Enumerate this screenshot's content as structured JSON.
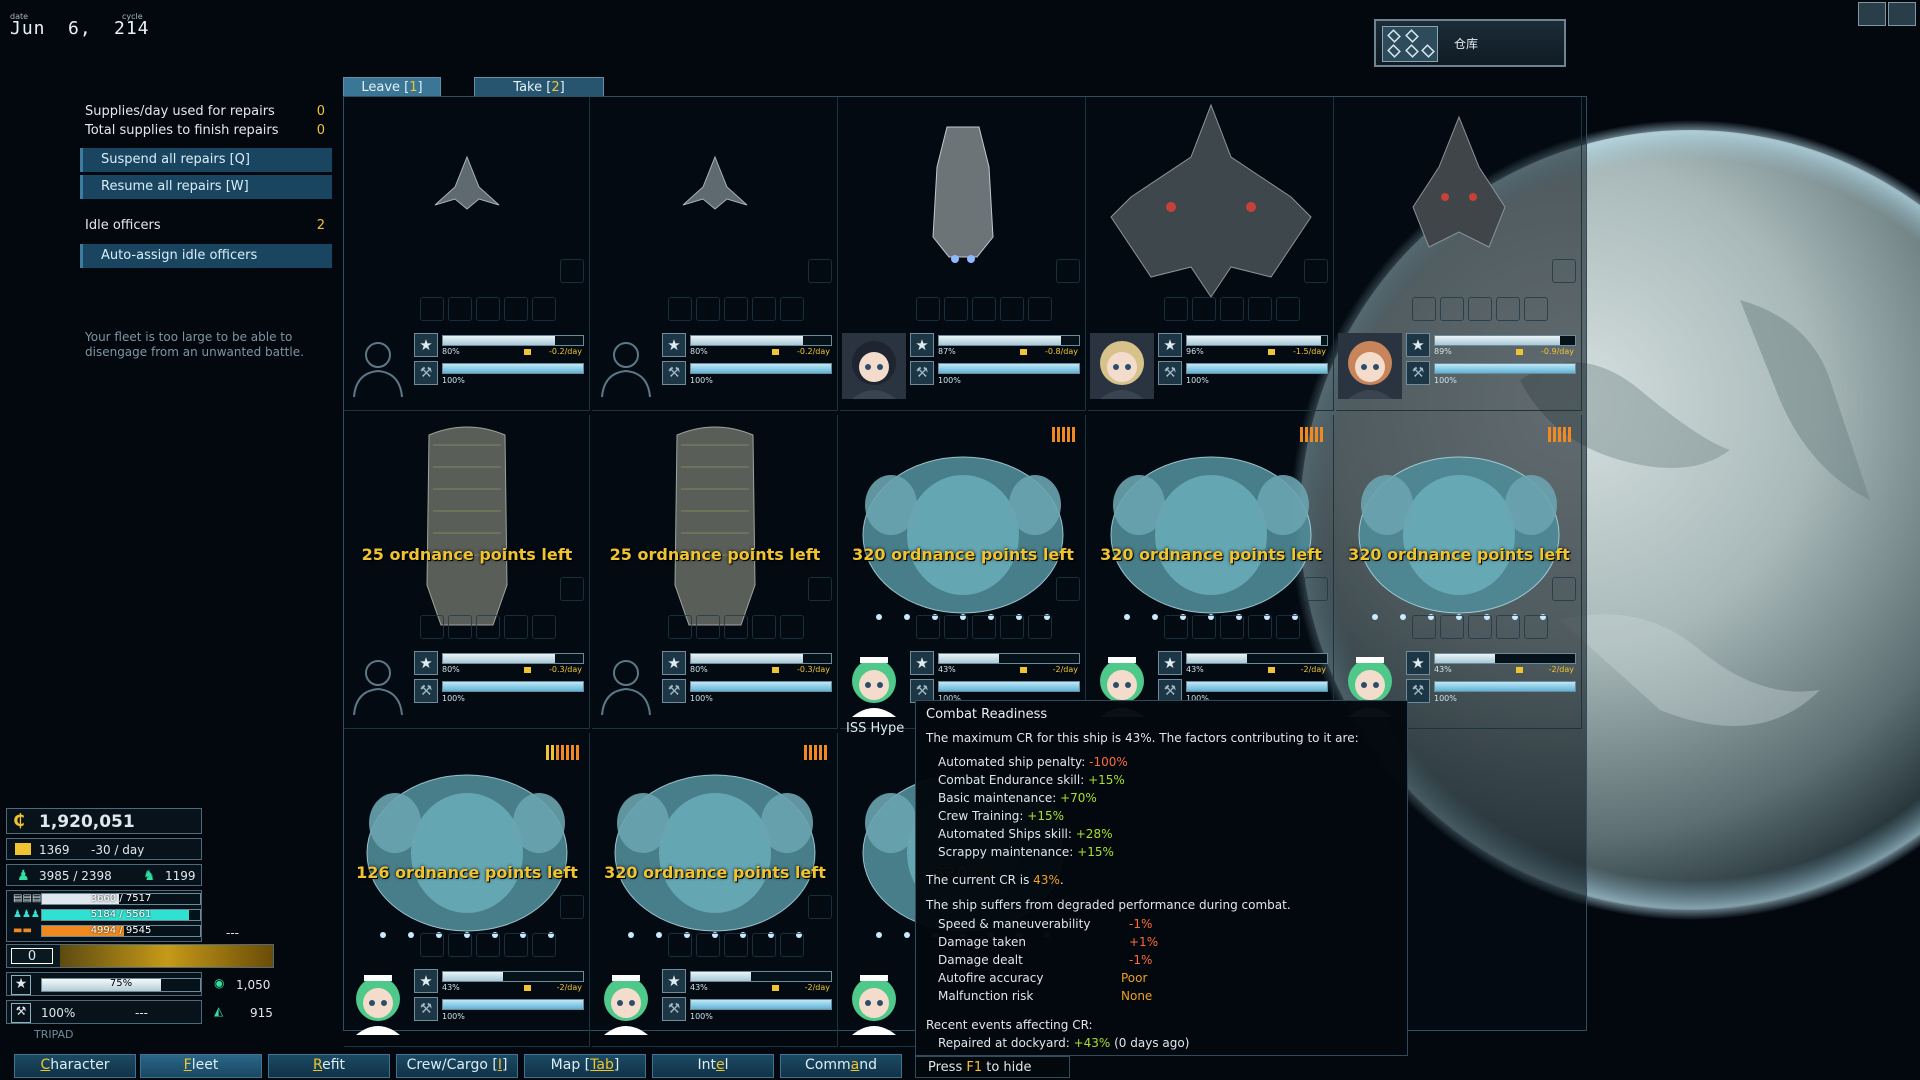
{
  "date": {
    "date_label": "date",
    "cycle_label": "cycle",
    "month": "Jun",
    "day": "6,",
    "cycle": "214"
  },
  "storage": {
    "label": "仓库",
    "icon": "storage-crates-icon"
  },
  "tabs": [
    {
      "label": "Leave [",
      "hotkey": "1",
      "suffix": "]"
    },
    {
      "label": "Take [",
      "hotkey": "2",
      "suffix": "]"
    }
  ],
  "repairs": {
    "supplies_per_day_label": "Supplies/day used for repairs",
    "supplies_per_day_value": "0",
    "total_supplies_label": "Total supplies to finish repairs",
    "total_supplies_value": "0",
    "suspend_label": "Suspend all repairs [Q]",
    "resume_label": "Resume all repairs [W]"
  },
  "officers": {
    "idle_label": "Idle officers",
    "idle_value": "2",
    "auto_assign_label": "Auto-assign idle officers"
  },
  "fleet_note": "Your fleet is too large to be able to disengage from an unwanted battle.",
  "ships": [
    {
      "cr_pct": "80%",
      "cr_fill": 0.8,
      "rate": "-0.2/day",
      "hull_pct": "100%",
      "officer": "none",
      "ordnance": "",
      "dmods": 0,
      "hull_style": "frigate"
    },
    {
      "cr_pct": "80%",
      "cr_fill": 0.8,
      "rate": "-0.2/day",
      "hull_pct": "100%",
      "officer": "none",
      "ordnance": "",
      "dmods": 0,
      "hull_style": "frigate"
    },
    {
      "cr_pct": "87%",
      "cr_fill": 0.87,
      "rate": "-0.8/day",
      "hull_pct": "100%",
      "officer": "dark-hair",
      "ordnance": "",
      "dmods": 0,
      "hull_style": "cruiser"
    },
    {
      "cr_pct": "96%",
      "cr_fill": 0.96,
      "rate": "-1.5/day",
      "hull_pct": "100%",
      "officer": "blonde",
      "ordnance": "",
      "dmods": 0,
      "hull_style": "capital"
    },
    {
      "cr_pct": "89%",
      "cr_fill": 0.89,
      "rate": "-0.9/day",
      "hull_pct": "100%",
      "officer": "ginger",
      "ordnance": "",
      "dmods": 0,
      "hull_style": "destroyer"
    },
    {
      "cr_pct": "80%",
      "cr_fill": 0.8,
      "rate": "-0.3/day",
      "hull_pct": "100%",
      "officer": "none",
      "ordnance": "25 ordnance points left",
      "dmods": 0,
      "hull_style": "freighter"
    },
    {
      "cr_pct": "80%",
      "cr_fill": 0.8,
      "rate": "-0.3/day",
      "hull_pct": "100%",
      "officer": "none",
      "ordnance": "25 ordnance points left",
      "dmods": 0,
      "hull_style": "freighter"
    },
    {
      "cr_pct": "43%",
      "cr_fill": 0.43,
      "rate": "-2/day",
      "hull_pct": "100%",
      "officer": "maid",
      "ordnance": "320 ordnance points left",
      "dmods": 5,
      "hull_style": "station",
      "name": "ISS Hype"
    },
    {
      "cr_pct": "43%",
      "cr_fill": 0.43,
      "rate": "-2/day",
      "hull_pct": "100%",
      "officer": "maid",
      "ordnance": "320 ordnance points left",
      "dmods": 5,
      "hull_style": "station"
    },
    {
      "cr_pct": "43%",
      "cr_fill": 0.43,
      "rate": "-2/day",
      "hull_pct": "100%",
      "officer": "maid",
      "ordnance": "320 ordnance points left",
      "dmods": 5,
      "hull_style": "station"
    },
    {
      "cr_pct": "43%",
      "cr_fill": 0.43,
      "rate": "-2/day",
      "hull_pct": "100%",
      "officer": "maid",
      "ordnance": "126 ordnance points left",
      "dmods": 7,
      "hull_style": "station"
    },
    {
      "cr_pct": "43%",
      "cr_fill": 0.43,
      "rate": "-2/day",
      "hull_pct": "100%",
      "officer": "maid",
      "ordnance": "320 ordnance points left",
      "dmods": 5,
      "hull_style": "station"
    },
    {
      "cr_pct": "",
      "cr_fill": 0.0,
      "rate": "",
      "hull_pct": "",
      "officer": "maid",
      "ordnance": "320 or",
      "dmods": 0,
      "hull_style": "station"
    }
  ],
  "tooltip": {
    "title": "Combat Readiness",
    "intro": "The maximum CR for this ship is 43%. The factors contributing to it are:",
    "factors": [
      {
        "label": "Automated ship penalty:",
        "value": "-100%",
        "sign": "neg"
      },
      {
        "label": "Combat Endurance skill:",
        "value": "+15%",
        "sign": "pos"
      },
      {
        "label": "Basic maintenance:",
        "value": "+70%",
        "sign": "pos"
      },
      {
        "label": "Crew Training:",
        "value": "+15%",
        "sign": "pos"
      },
      {
        "label": "Automated Ships skill:",
        "value": "+28%",
        "sign": "pos"
      },
      {
        "label": "Scrappy maintenance:",
        "value": "+15%",
        "sign": "pos"
      }
    ],
    "current_prefix": "The current CR is ",
    "current_value": "43%",
    "current_suffix": ".",
    "degraded": "The ship suffers from degraded performance during combat.",
    "effects": [
      {
        "label": "Speed & maneuverability",
        "value": "-1%",
        "sign": "neg"
      },
      {
        "label": "Damage taken",
        "value": "+1%",
        "sign": "neg"
      },
      {
        "label": "Damage dealt",
        "value": "-1%",
        "sign": "neg"
      },
      {
        "label": "Autofire accuracy",
        "value": "Poor",
        "sign": "warn"
      },
      {
        "label": "Malfunction risk",
        "value": "None",
        "sign": "warn"
      }
    ],
    "recent_label": "Recent events affecting CR:",
    "recent_event_label": "Repaired at dockyard: ",
    "recent_event_value": "+43%",
    "recent_event_suffix": " (0 days ago)",
    "hide_prefix": "Press ",
    "hide_key": "F1",
    "hide_suffix": " to hide"
  },
  "resources": {
    "credits": "1,920,051",
    "supplies": "1369",
    "supplies_rate": "-30 / day",
    "crew": "3985 / 2398",
    "marines": "1199",
    "cargo": "3660 / 7517",
    "cargo_fill": 0.487,
    "crew_cap": "5184 / 5561",
    "crew_cap_fill": 0.932,
    "fuel": "4994 / 9545",
    "fuel_fill": 0.523,
    "dash": "---",
    "burn": "0",
    "cr": "75%",
    "cr_fill": 0.75,
    "sensor": "1,050",
    "hull": "100%",
    "hull_dash": "---",
    "profile": "915",
    "tripad": "TRIPAD",
    "colors": {
      "credits": "#f0c430",
      "cargo": "#dfe8ec",
      "crew": "#30e0d0",
      "fuel": "#f08a20"
    }
  },
  "nav": [
    {
      "hk": "C",
      "rest": "haracter"
    },
    {
      "hk": "F",
      "rest": "leet"
    },
    {
      "hk": "R",
      "rest": "efit"
    },
    {
      "pre": "Crew/Cargo [",
      "hk": "I",
      "rest": "]"
    },
    {
      "pre": "Map [",
      "hk": "Tab",
      "rest": "]"
    },
    {
      "pre": "Int",
      "hk": "e",
      "rest": "l"
    },
    {
      "pre": "Comm",
      "hk": "a",
      "rest": "nd"
    }
  ]
}
